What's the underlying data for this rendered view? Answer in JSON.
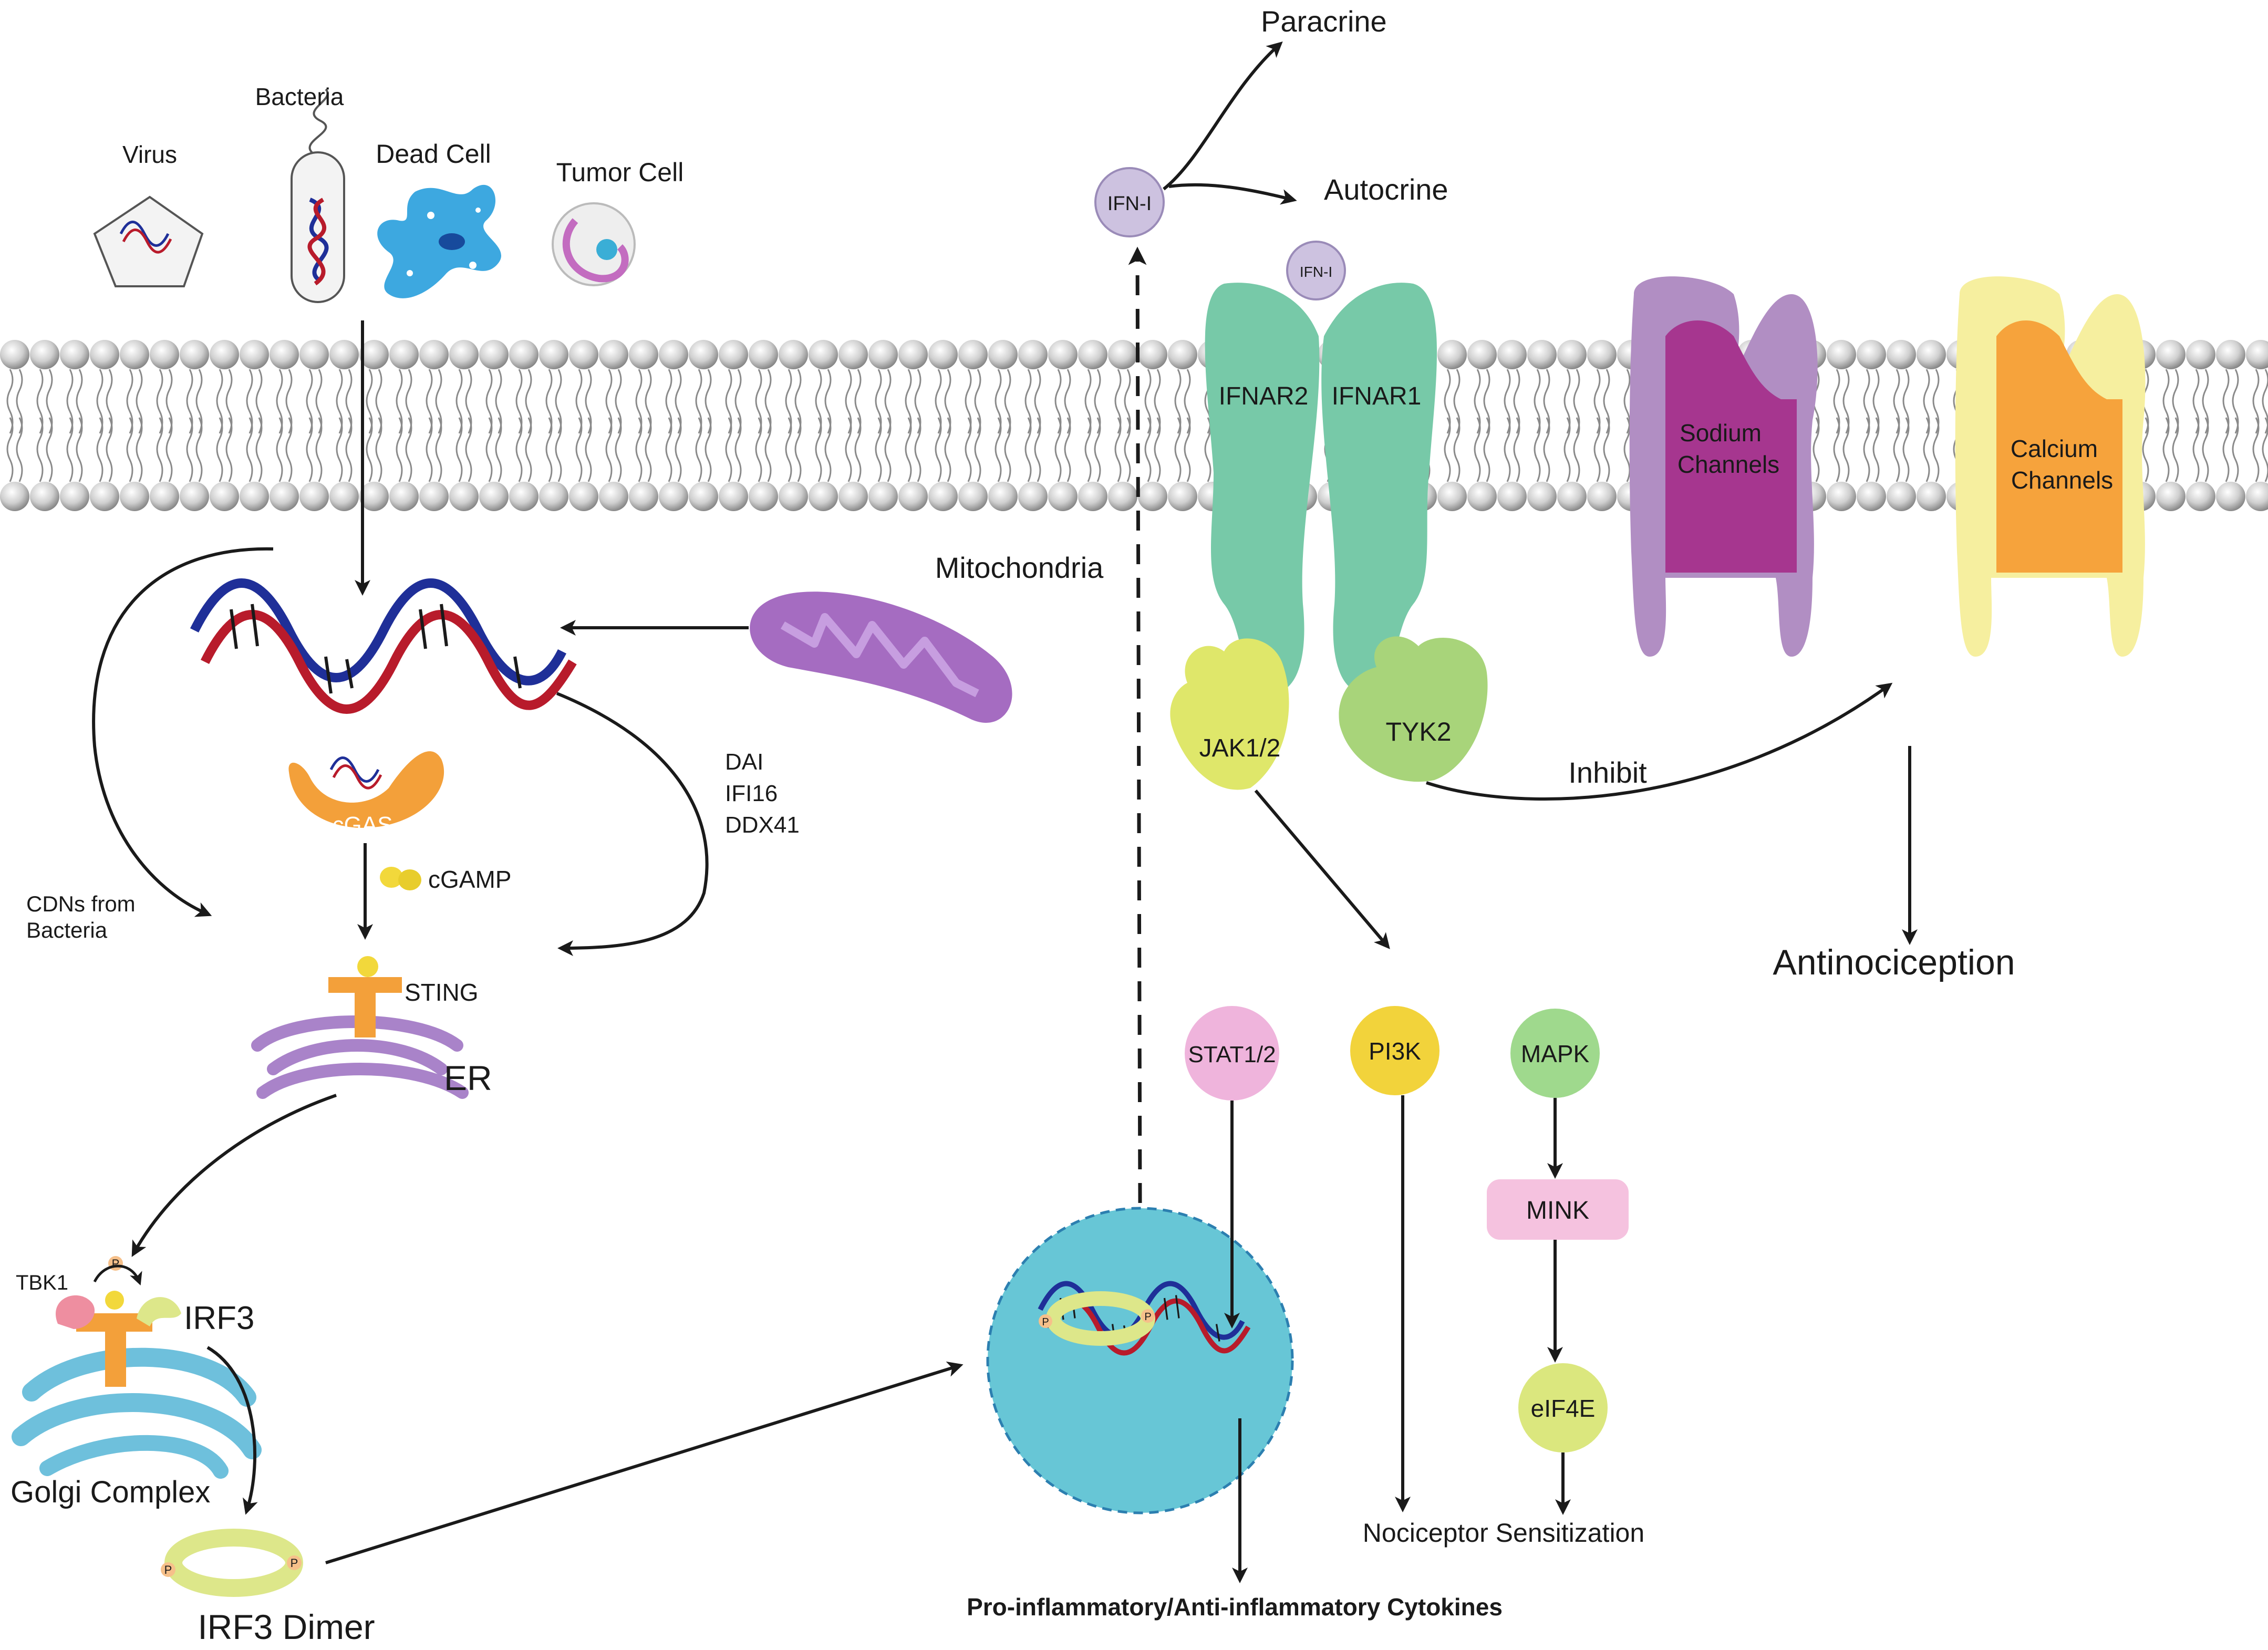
{
  "labels": {
    "virus": "Virus",
    "bacteria": "Bacteria",
    "dead_cell": "Dead Cell",
    "tumor_cell": "Tumor Cell",
    "mitochondria": "Mitochondria",
    "cgas": "cGAS",
    "cgamp": "cGAMP",
    "sting": "STING",
    "er": "ER",
    "cdns_line1": "CDNs from",
    "cdns_line2": "Bacteria",
    "dai": "DAI",
    "ifi16": "IFI16",
    "ddx41": "DDX41",
    "tbk1": "TBK1",
    "irf3": "IRF3",
    "golgi": "Golgi Complex",
    "irf3_dimer": "IRF3 Dimer",
    "phospho": "P",
    "ifn_i": "IFN-I",
    "ifn_i_small": "IFN-I",
    "paracrine": "Paracrine",
    "autocrine": "Autocrine",
    "ifnar2": "IFNAR2",
    "ifnar1": "IFNAR1",
    "sodium_1": "Sodium",
    "sodium_2": "Channels",
    "calcium_1": "Calcium",
    "calcium_2": "Channels",
    "jak": "JAK1/2",
    "tyk2": "TYK2",
    "inhibit": "Inhibit",
    "antinociception": "Antinociception",
    "stat": "STAT1/2",
    "pi3k": "PI3K",
    "mapk": "MAPK",
    "mink": "MINK",
    "eif4e": "eIF4E",
    "nociceptor": "Nociceptor Sensitization",
    "cytokines": "Pro-inflammatory/Anti-inflammatory Cytokines"
  },
  "colors": {
    "receptor": "#77c9a8",
    "jak": "#dfe76a",
    "tyk2": "#a8d47a",
    "sodium_outer": "#b18ec3",
    "sodium_inner": "#a6368f",
    "calcium_outer": "#f6ef9f",
    "calcium_inner": "#f6a33c",
    "nucleus": "#67c6d6",
    "mitochondria": "#a56cc1",
    "cgas": "#f3a03a",
    "sting": "#f3a03a",
    "er": "#a983c9",
    "golgi": "#6ec0dc",
    "stat": "#efb4dc",
    "pi3k": "#f2d33b",
    "mapk": "#9fd98d",
    "mink": "#f5c2df",
    "eif4e": "#dbe77e",
    "ifn": "#cdc2e0",
    "dna_blue": "#1f2f98",
    "dna_red": "#b81b2b"
  }
}
